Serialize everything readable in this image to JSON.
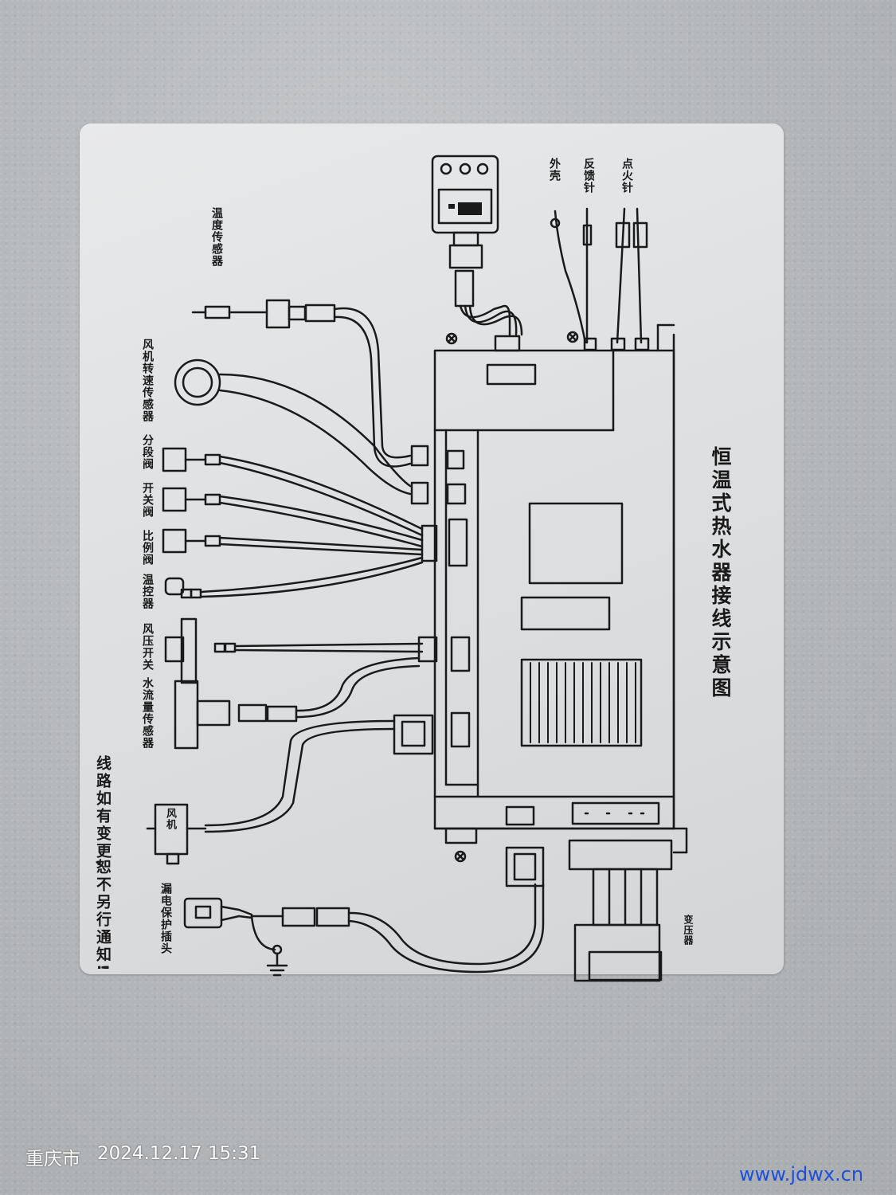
{
  "diagram": {
    "title": "恒温式热水器接线示意图",
    "note_line1": "线路如有变更,",
    "note_line2": "恕不另行通知!",
    "labels": {
      "ignition_needle": "点火针",
      "feedback_needle": "反馈针",
      "shell": "外壳",
      "temperature_sensor": "温度传感器",
      "fan_speed_sensor": "风机转速传感器",
      "sub_valve": "分段阀",
      "switch_valve": "开关阀",
      "proportional_valve": "比例阀",
      "thermostat": "温控器",
      "wind_pressure_switch": "风压开关",
      "water_flow_sensor": "水流量传感器",
      "fan": "风机",
      "leakage_plug": "漏电保护插头",
      "transformer": "变压器"
    }
  },
  "photo": {
    "location": "重庆市",
    "datetime": "2024.12.17 15:31",
    "watermark": "www.jdwx.cn"
  },
  "colors": {
    "ink": "#1a1a1a",
    "sticker": "#e0e1e3",
    "watermark": "#1e4fd8"
  }
}
